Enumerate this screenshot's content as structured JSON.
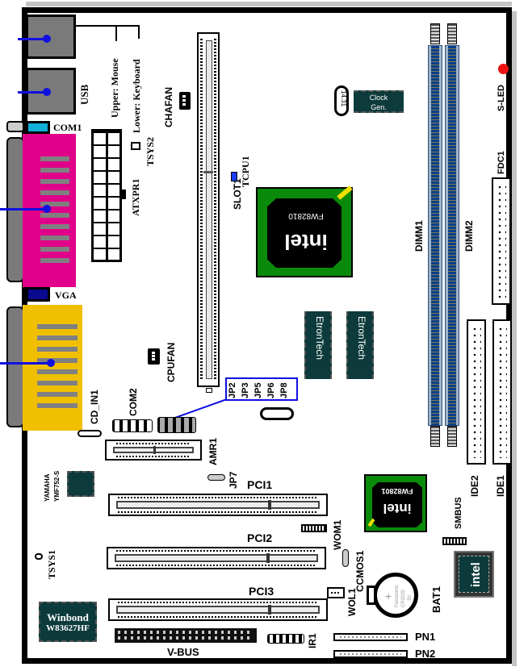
{
  "title": "Motherboard Layout Diagram",
  "labels": {
    "usb": "USB",
    "ps2_upper": "Upper: Mouse",
    "ps2_lower": "Lower: Keyboard",
    "chafan": "CHAFAN",
    "com1": "COM1",
    "tsys2": "TSYS2",
    "atxpr1": "ATXPR1",
    "vga": "VGA",
    "slot1": "SLOT1",
    "tcpu1": "TCPU1",
    "cpufan": "CPUFAN",
    "cd_in1": "CD_IN1",
    "com2": "COM2",
    "jumpers": [
      "JP2",
      "JP3",
      "JP5",
      "JP6",
      "JP8"
    ],
    "amr1": "AMR1",
    "jp7": "JP7",
    "pci1": "PCI1",
    "pci2": "PCI2",
    "pci3": "PCI3",
    "wom1": "WOM1",
    "ccmos1": "CCMOS1",
    "wol1": "WOL1",
    "bat1": "BAT1",
    "ir1": "IR1",
    "pn1": "PN1",
    "pn2": "PN2",
    "v_bus": "V-BUS",
    "tsys1": "TSYS1",
    "smbus": "SMBUS",
    "ide1": "IDE1",
    "ide2": "IDE2",
    "dimm1": "DIMM1",
    "dimm2": "DIMM2",
    "fdc1": "FDC1",
    "s_led": "S-LED"
  },
  "chips": {
    "clock_gen_line1": "Clock",
    "clock_gen_line2": "Gen.",
    "crystal": "14.31",
    "northbridge_brand": "intel",
    "northbridge_model": "FW82810",
    "southbridge_brand": "intel",
    "southbridge_model": "FW82801",
    "firmware_hub_brand": "intel",
    "sdram_brand": "EtronTech",
    "audio_line1": "YAMAHA",
    "audio_line2": "YMF752-S",
    "superio_line1": "Winbond",
    "superio_line2": "W83627HF",
    "battery_brand": "Panasonic",
    "battery_model": "CR2032",
    "battery_voltage": "3V",
    "battery_symbol": "+"
  },
  "colors": {
    "parallel_port": "#e0008a",
    "game_port": "#f0c000",
    "com1_port": "#10b0d8",
    "vga_port": "#0a0a90",
    "pointer_line": "#1010e0",
    "chipset_green": "#0a8a0a",
    "chip_teal": "#0d3b3b",
    "dimm_blue": "#0a3f8c",
    "led_red": "#ee1111"
  }
}
